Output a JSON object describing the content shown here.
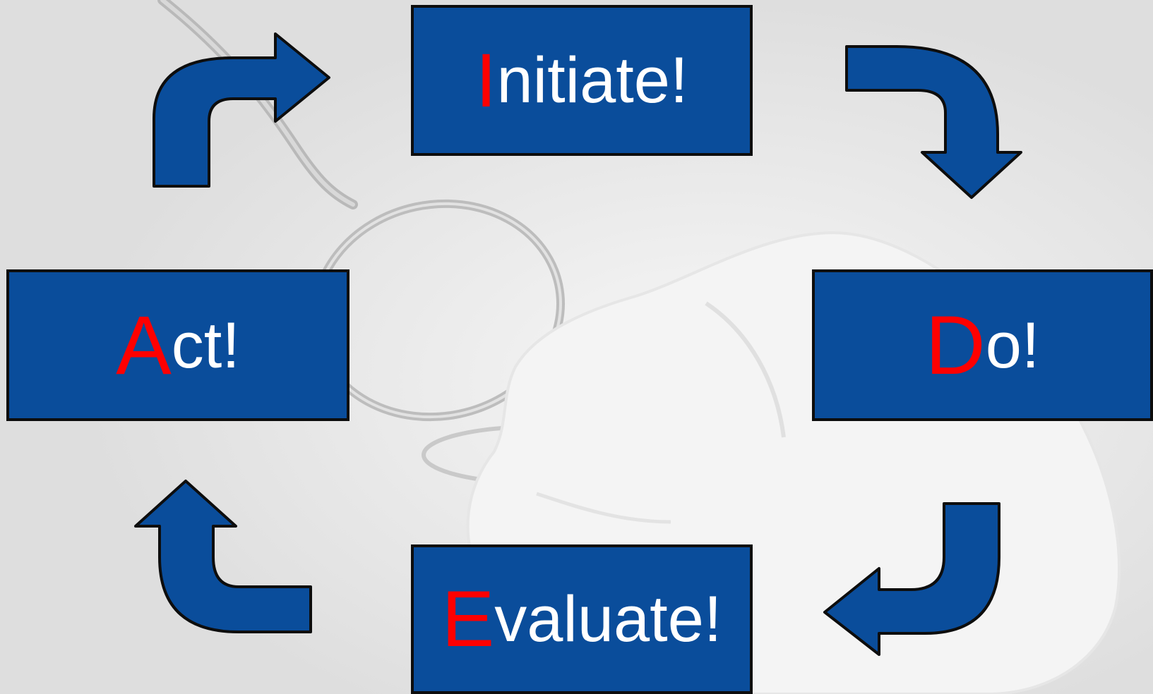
{
  "colors": {
    "background": "#e4e4e4",
    "box_fill": "#0a4d9b",
    "box_border": "#0d0d0d",
    "initial_letter": "#ff0000",
    "word_text": "#ffffff",
    "arrow_fill": "#0a4d9b",
    "arrow_stroke": "#0d0d0d"
  },
  "cycle": {
    "initiate": {
      "initial": "I",
      "rest": "nitiate!"
    },
    "do": {
      "initial": "D",
      "rest": "o!"
    },
    "evaluate": {
      "initial": "E",
      "rest": "valuate!"
    },
    "act": {
      "initial": "A",
      "rest": "ct!"
    }
  },
  "arrows": [
    {
      "name": "arrow-initiate-to-do",
      "icon": "curved-arrow-down-icon"
    },
    {
      "name": "arrow-do-to-evaluate",
      "icon": "curved-arrow-left-icon"
    },
    {
      "name": "arrow-evaluate-to-act",
      "icon": "curved-arrow-up-icon"
    },
    {
      "name": "arrow-act-to-initiate",
      "icon": "curved-arrow-right-icon"
    }
  ]
}
